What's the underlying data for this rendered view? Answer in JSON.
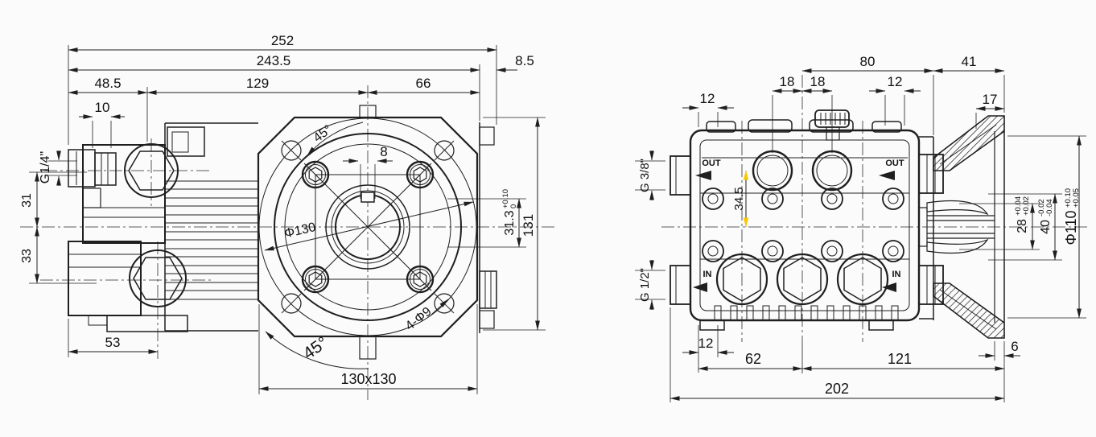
{
  "left_view": {
    "dim_overall_length": "252",
    "dim_length_to_face": "243.5",
    "dim_shaft_overhang": "8.5",
    "dim_seg_left": "48.5",
    "dim_seg_mid": "129",
    "dim_seg_right": "66",
    "dim_port_width": "10",
    "label_port_thread": "G1/4\"",
    "dim_outlet_offset": "31",
    "dim_inlet_offset": "33",
    "dim_inlet_from_left": "53",
    "dim_angle_top": "45°",
    "dim_key_width": "8",
    "label_bolt_circle": "Φ130",
    "dim_bore_to_key": "31.3",
    "tol_bore_hi": "+0.10",
    "tol_bore_lo": "0",
    "dim_height": "131",
    "label_mount_holes": "4-Φ9",
    "dim_angle_bottom": "45°",
    "dim_flange_square": "130x130"
  },
  "right_view": {
    "dim_top_span": "80",
    "dim_bell_length": "41",
    "dim_cap_pitch_left": "18",
    "dim_cap_pitch_right": "18",
    "dim_top_right_offset": "12",
    "dim_top_left_offset": "12",
    "dim_flange_width": "17",
    "label_outlet_thread": "G 3/8\"",
    "label_inlet_thread": "G 1/2\"",
    "dim_cap_offset": "34.5",
    "label_out": "OUT",
    "label_in": "IN",
    "dim_bottom_left_offset": "12",
    "dim_base_left": "62",
    "dim_base_right": "121",
    "dim_face_lip": "6",
    "dim_total_width": "202",
    "dim_key_height": "28",
    "tol_key_hi": "+0.04",
    "tol_key_lo": "+0.02",
    "dim_shaft_dia": "40",
    "tol_shaft_hi": "-0.02",
    "tol_shaft_lo": "-0.04",
    "dim_pilot_dia": "Φ110",
    "tol_pilot_hi": "+0.10",
    "tol_pilot_lo": "+0.05"
  },
  "colors": {
    "line": "#1f1f1f",
    "highlight": "#f6c800",
    "background": "#fbfbfb"
  }
}
